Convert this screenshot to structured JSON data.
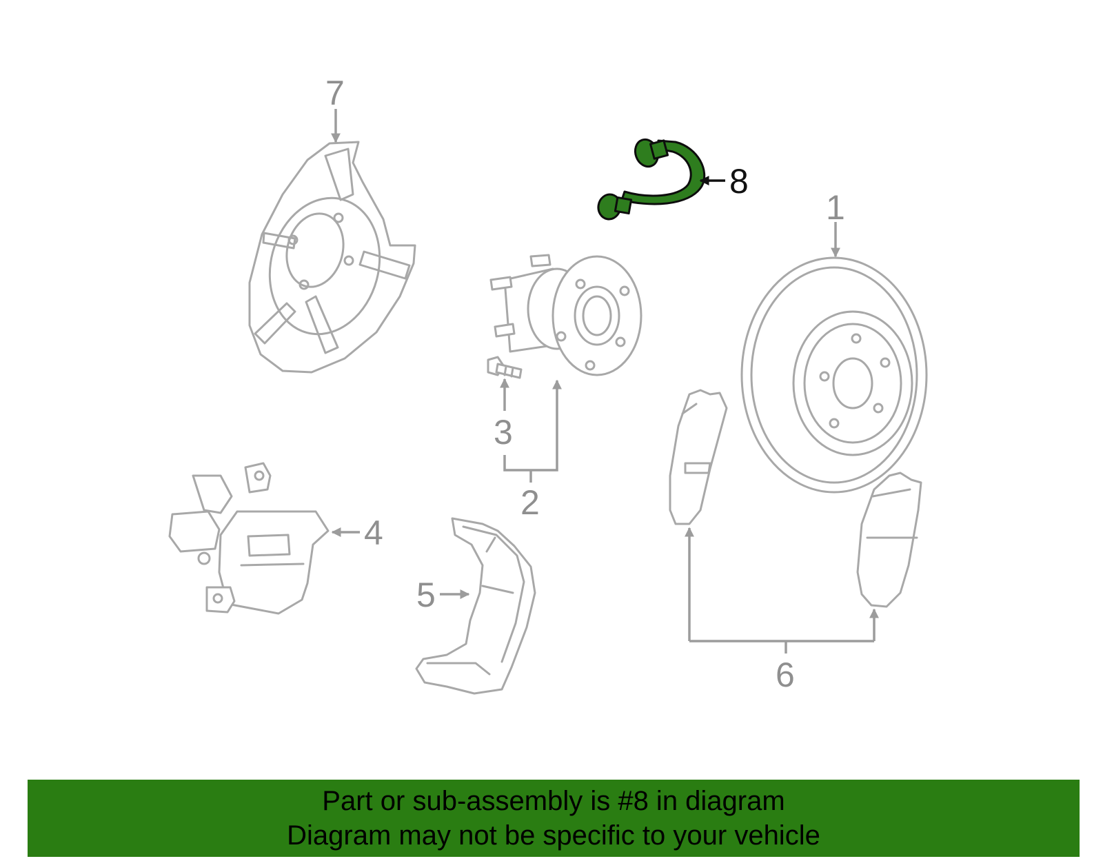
{
  "callouts": {
    "c1": "1",
    "c2": "2",
    "c3": "3",
    "c4": "4",
    "c5": "5",
    "c6": "6",
    "c7": "7",
    "c8": "8"
  },
  "banner": {
    "line1": "Part or sub-assembly is #8 in diagram",
    "line2": "Diagram may not be specific to your vehicle"
  },
  "colors": {
    "highlight_part": "#2e7d1e",
    "banner_background": "#2a7d12",
    "part_line": "#a8a8a8"
  }
}
